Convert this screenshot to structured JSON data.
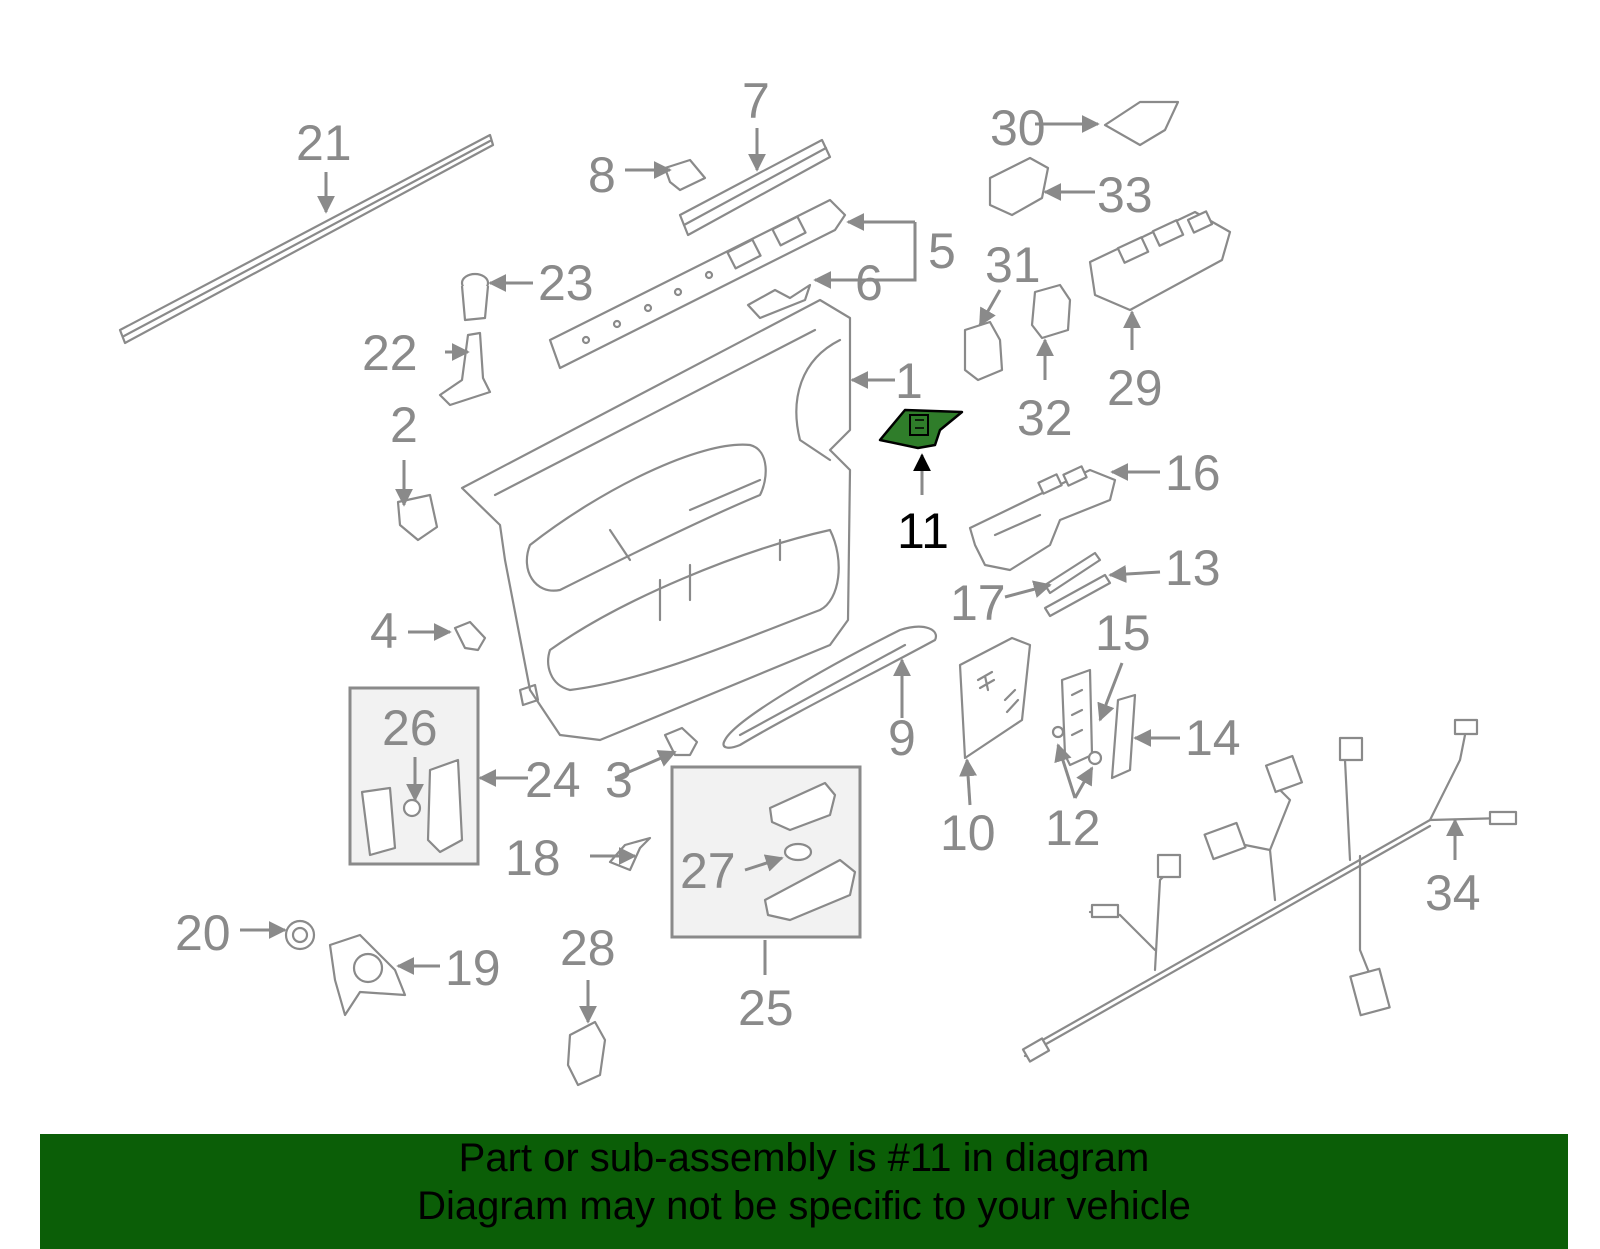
{
  "diagram": {
    "highlight_color": "#2f7d2a",
    "highlighted_callout": "11",
    "callouts": [
      "1",
      "2",
      "3",
      "4",
      "5",
      "6",
      "7",
      "8",
      "9",
      "10",
      "11",
      "12",
      "13",
      "14",
      "15",
      "16",
      "17",
      "18",
      "19",
      "20",
      "21",
      "22",
      "23",
      "24",
      "25",
      "26",
      "27",
      "28",
      "29",
      "30",
      "31",
      "32",
      "33",
      "34"
    ]
  },
  "banner": {
    "line1": "Part or sub-assembly is #11 in diagram",
    "line2": "Diagram may not be specific to your vehicle",
    "background": "#0b5e07"
  }
}
